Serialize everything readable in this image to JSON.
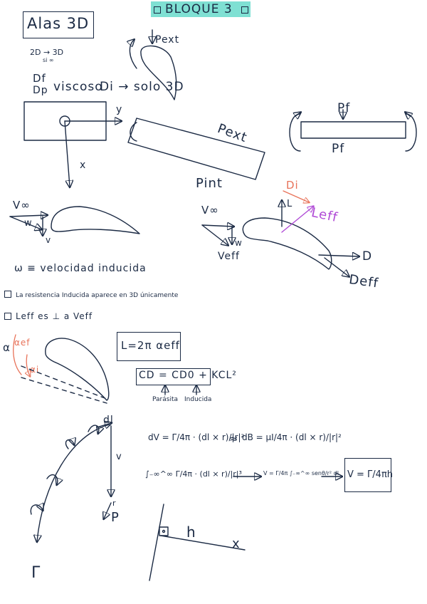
{
  "header": {
    "banner_title": "BLOQUE 3"
  },
  "title_box": {
    "title": "Alas 3D"
  },
  "notes": {
    "dim_2d_3d": "2D → 3D",
    "si_inf": "si ∞",
    "pext_top": "Pext",
    "df": "Df",
    "dp": "Dp",
    "viscoso": "viscoso",
    "di_solo": "Di → solo 3D",
    "y_axis": "y",
    "x_axis": "x",
    "pext_plate": "Pext",
    "pint_plate": "Pint",
    "pf_top": "Pf",
    "pf_bottom": "Pf",
    "v_inf_left": "V∞",
    "w_left": "w",
    "v_left": "v",
    "omega_def": "ω ≡ velocidad inducida",
    "v_inf_right": "V∞",
    "w_right": "w",
    "veff": "Veff",
    "di_red": "Di",
    "l_right": "L",
    "leff": "Leff",
    "d_right": "D",
    "deff": "Deff",
    "bullet1": "La resistencia Inducida aparece en 3D únicamente",
    "bullet2": "Leff es ⊥ a Veff",
    "alpha": "α",
    "alpha_eff": "αef",
    "alpha_i": "αi",
    "lift_formula": "L=2π αeff",
    "drag_formula": "CD = CD0 + KCL²",
    "parasita": "Parásita",
    "inducida": "Inducida",
    "dl_label": "dl",
    "v_label": "v",
    "r_label": "r",
    "p_label": "P",
    "gamma_label": "Γ",
    "dv_eq": "dV = Γ/4π · (dl × r)/|r|²",
    "approx": "≈",
    "db_eq": "dB = μI/4π · (dl × r)/|r|²",
    "integral_eq": "∫₋∞^∞ Γ/4π · (dl × r)/|r|³",
    "v_integral": "V = Γ/4π ∫₋∞^∞ senθ/r² dl",
    "result": "V = Γ/4πh",
    "h_label": "h",
    "x_label": "x"
  }
}
